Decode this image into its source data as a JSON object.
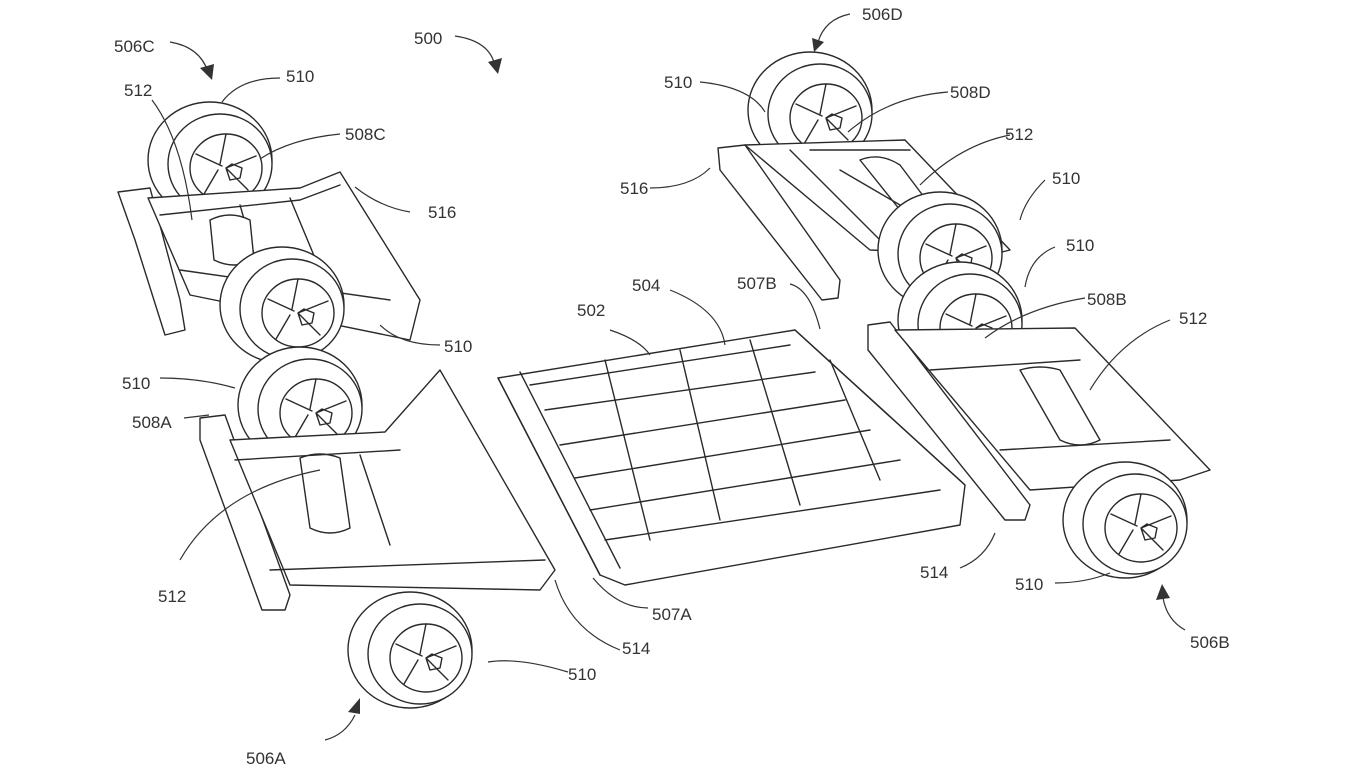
{
  "figure": {
    "type": "patent-drawing",
    "subject": "modular vehicle platform",
    "reference_numerals": {
      "platform": "500",
      "battery_pack": "502",
      "battery_cells": "504",
      "pack_end_a": "507A",
      "pack_end_b": "507B",
      "module_a": "506A",
      "module_b": "506B",
      "module_c": "506C",
      "module_d": "506D",
      "motor_a": "508A",
      "motor_b": "508B",
      "motor_c": "508C",
      "motor_d": "508D",
      "wheel": "510",
      "drive_unit": "512",
      "connector": "514",
      "frame": "516"
    }
  }
}
